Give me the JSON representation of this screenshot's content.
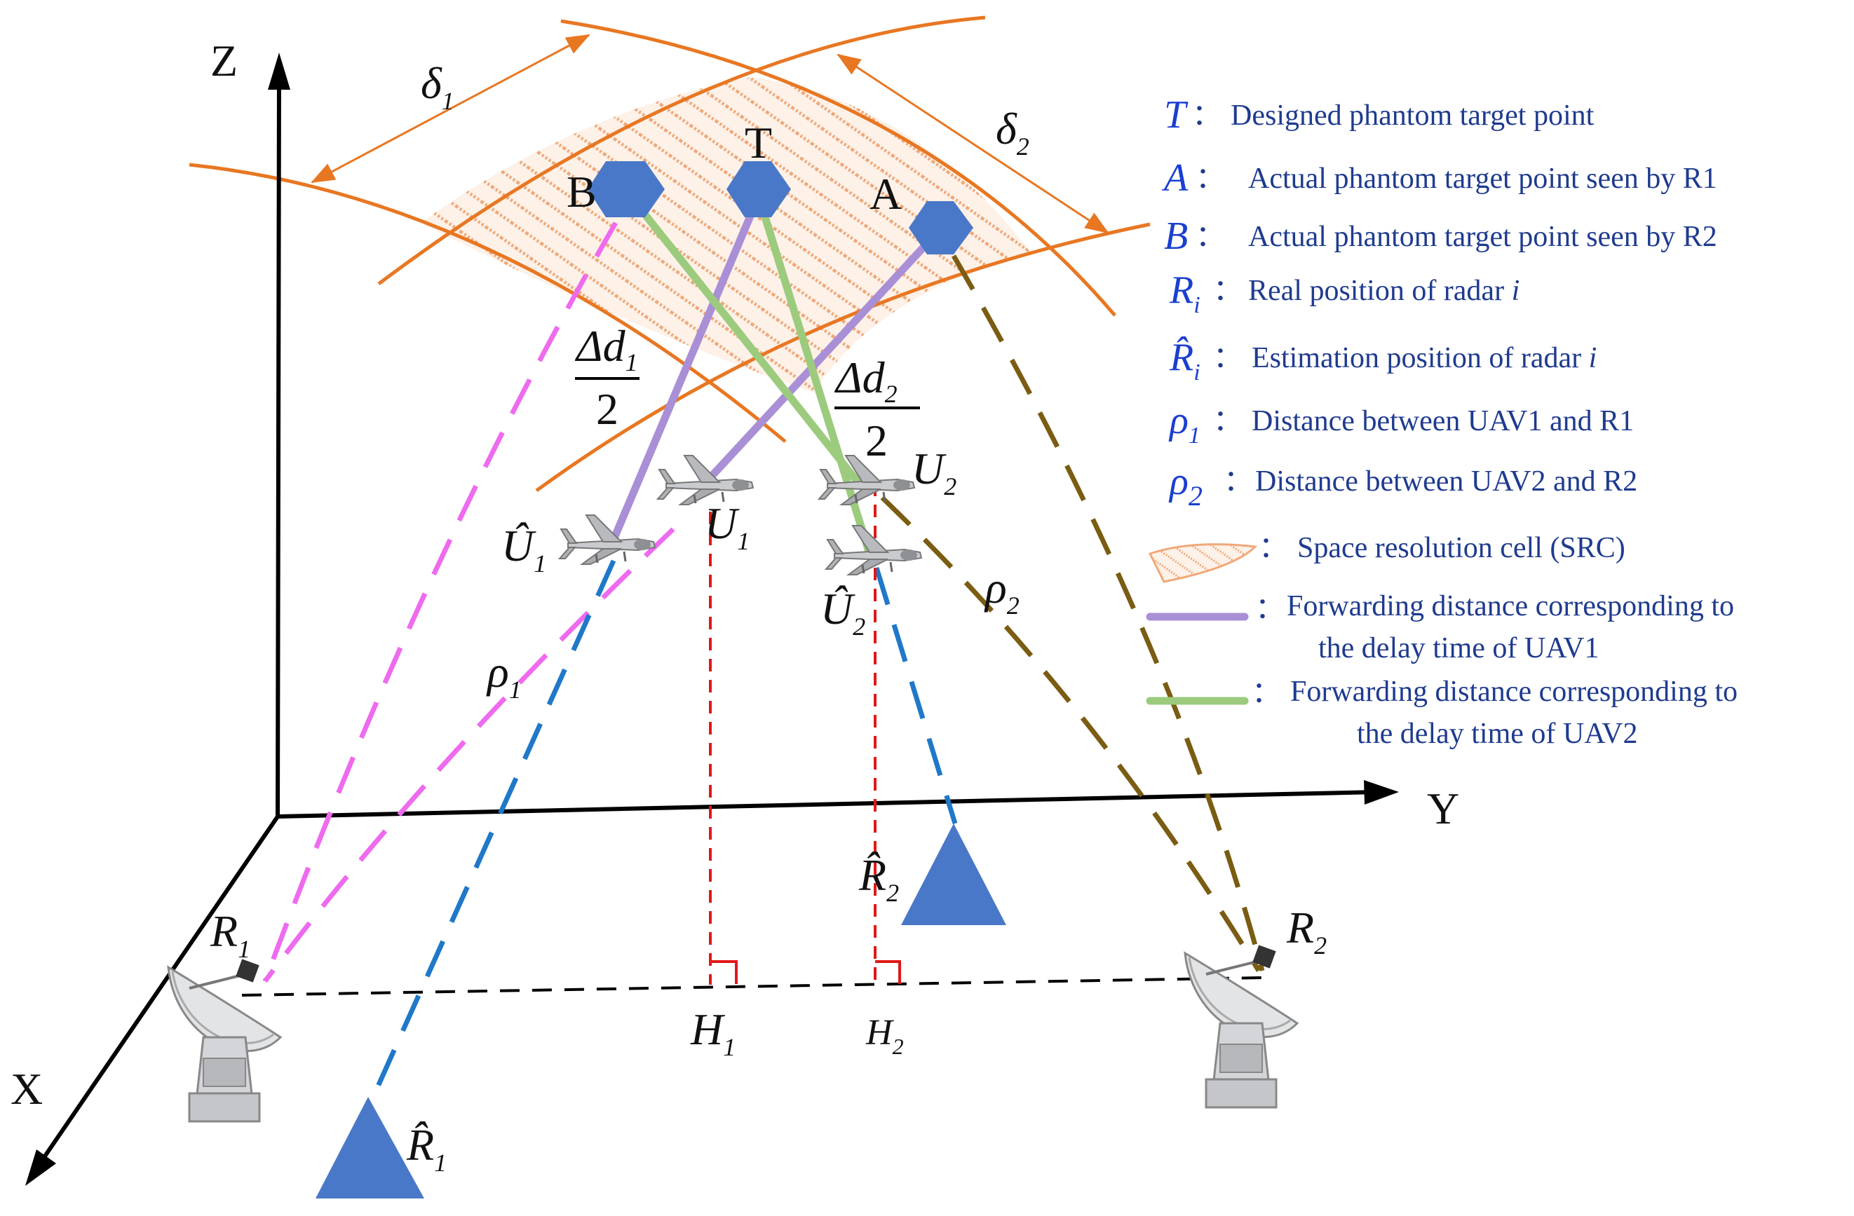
{
  "axes": {
    "x": "X",
    "y": "Y",
    "z": "Z"
  },
  "cell_labels": {
    "delta1": "δ",
    "delta1_sub": "1",
    "delta2": "δ",
    "delta2_sub": "2"
  },
  "targets": {
    "b": "B",
    "t": "T",
    "a": "A"
  },
  "fractions": {
    "d1_num": "Δd",
    "d1_sub": "1",
    "d1_den": "2",
    "d2_num": "Δd",
    "d2_sub": "2",
    "d2_den": "2"
  },
  "uav_labels": {
    "u1": "U",
    "u1_sub": "1",
    "u1_hat": "Û",
    "u1_hat_sub": "1",
    "u2": "U",
    "u2_sub": "2",
    "u2_hat": "Û",
    "u2_hat_sub": "2"
  },
  "distances": {
    "rho1": "ρ",
    "rho1_sub": "1",
    "rho2": "ρ",
    "rho2_sub": "2"
  },
  "radar_labels": {
    "r1": "R",
    "r1_sub": "1",
    "r2": "R",
    "r2_sub": "2",
    "r1_hat": "R̂",
    "r1_hat_sub": "1",
    "r2_hat": "R̂",
    "r2_hat_sub": "2"
  },
  "feet": {
    "h1": "H",
    "h1_sub": "1",
    "h2": "H",
    "h2_sub": "2"
  },
  "legend": {
    "t_sym": "T",
    "t_text": "Designed phantom target point",
    "a_sym": "A",
    "a_text": "Actual phantom target point seen by R1",
    "b_sym": "B",
    "b_text": "Actual phantom target point seen by R2",
    "ri_sym": "R",
    "ri_sub": "i",
    "ri_text": "Real position of radar ",
    "ri_text_i": "i",
    "rhi_sym": "R̂",
    "rhi_sub": "i",
    "rhi_text": "Estimation  position of radar ",
    "rhi_text_i": "i",
    "rho1_sym": "ρ",
    "rho1_sub": "1",
    "rho1_text": "Distance between UAV1 and R1",
    "rho2_sym": "ρ",
    "rho2_sub": "2",
    "rho2_text": "Distance between UAV2 and R2",
    "src_text": "Space resolution cell (SRC)",
    "purple_text_1": "Forwarding distance corresponding to",
    "purple_text_2": "the delay time of UAV1",
    "green_text_1": "Forwarding distance corresponding to",
    "green_text_2": "the delay time of UAV2",
    "colon": "："
  },
  "colors": {
    "orange": "#e87722",
    "purple": "#a98fd6",
    "green": "#9ccb7e",
    "magenta": "#ee6aef",
    "blue_dash": "#1f78c8",
    "olive": "#7a5c12",
    "red": "#e01818",
    "marker": "#4a78c8",
    "legend_text": "#1f3b8f"
  }
}
